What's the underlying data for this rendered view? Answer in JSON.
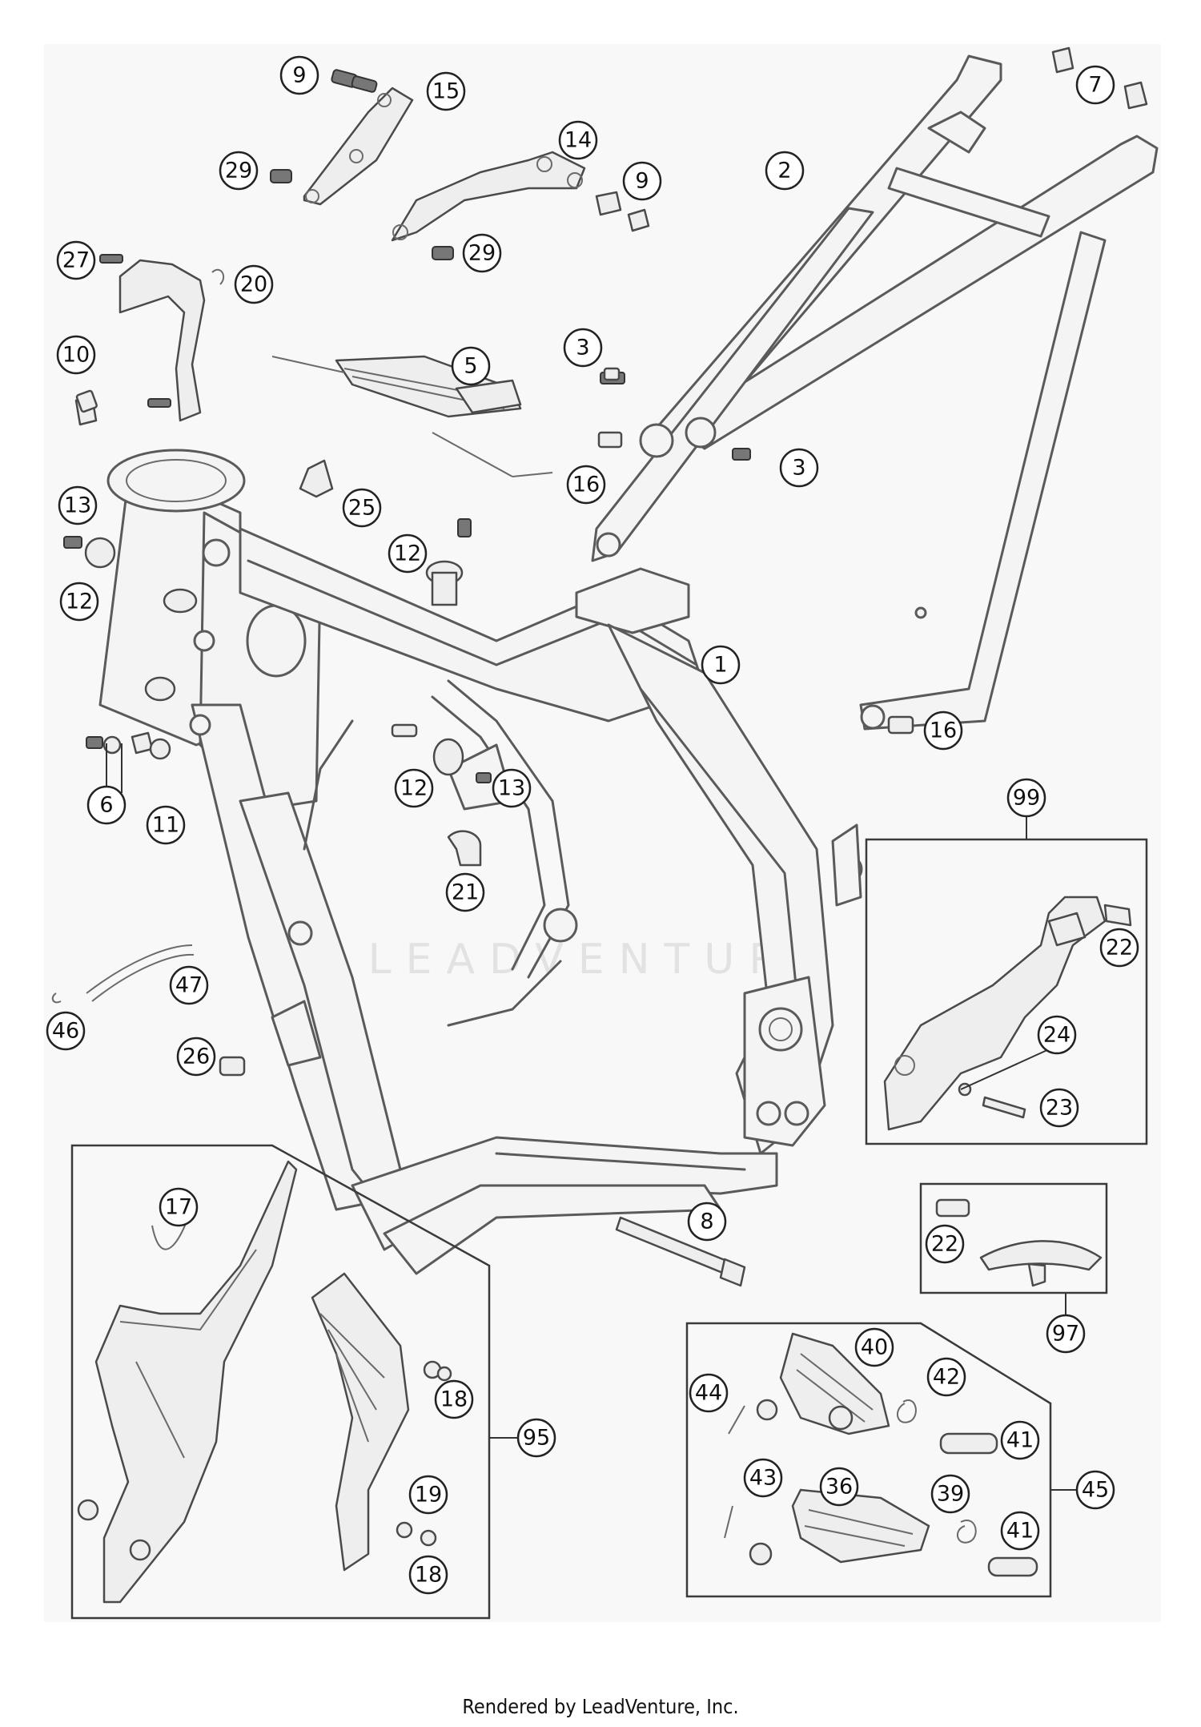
{
  "watermark": "LEADVENTURE",
  "footer": "Rendered by LeadVenture, Inc.",
  "callouts": {
    "c1": "1",
    "c2": "2",
    "c3a": "3",
    "c3b": "3",
    "c5": "5",
    "c6": "6",
    "c7": "7",
    "c8": "8",
    "c9a": "9",
    "c9b": "9",
    "c10": "10",
    "c11": "11",
    "c12a": "12",
    "c12b": "12",
    "c12c": "12",
    "c13a": "13",
    "c13b": "13",
    "c14": "14",
    "c15": "15",
    "c16a": "16",
    "c16b": "16",
    "c17": "17",
    "c18a": "18",
    "c18b": "18",
    "c19": "19",
    "c20": "20",
    "c21": "21",
    "c22a": "22",
    "c22b": "22",
    "c23": "23",
    "c24": "24",
    "c25": "25",
    "c26": "26",
    "c27": "27",
    "c29a": "29",
    "c29b": "29",
    "c36": "36",
    "c39": "39",
    "c40": "40",
    "c41a": "41",
    "c41b": "41",
    "c42": "42",
    "c43": "43",
    "c44": "44",
    "c45": "45",
    "c46": "46",
    "c47": "47",
    "c95": "95",
    "c97": "97",
    "c99": "99"
  }
}
